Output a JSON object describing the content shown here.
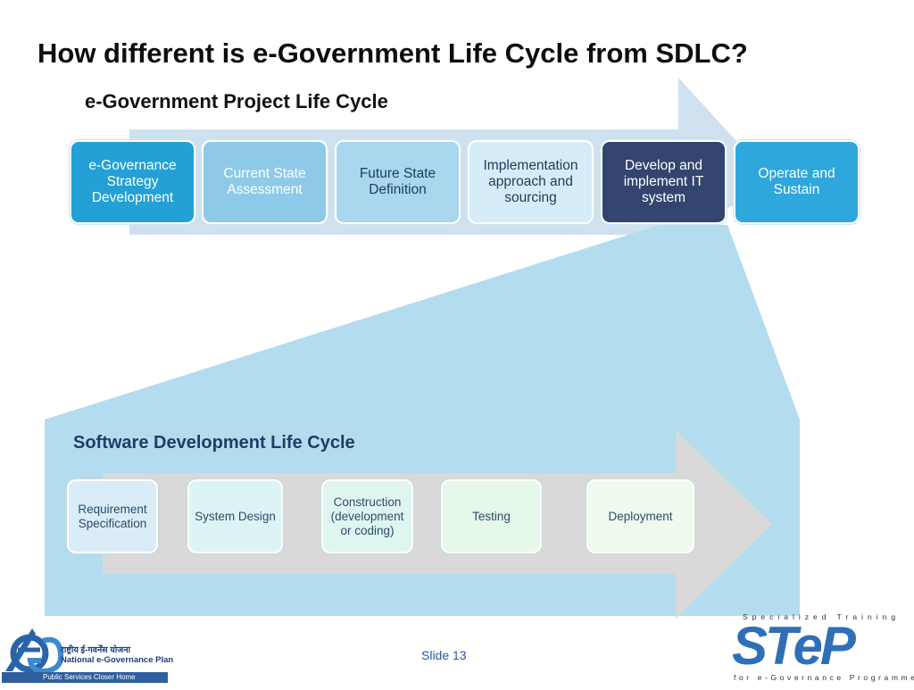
{
  "title": "How different is e-Government Life Cycle from SDLC?",
  "egov": {
    "title": "e-Government Project Life Cycle",
    "stages": [
      "e-Governance Strategy Development",
      "Current State Assessment",
      "Future State Definition",
      "Implementation approach and sourcing",
      "Develop and implement IT system",
      "Operate and Sustain"
    ]
  },
  "sdlc": {
    "title": "Software Development Life Cycle",
    "stages": [
      "Requirement Specification",
      "System Design",
      "Construction (development or coding)",
      "Testing",
      "Deployment"
    ]
  },
  "footer": {
    "slide": "Slide 13",
    "left_logo": {
      "hindi": "राष्ट्रीय ई-गवर्नेंस योजना",
      "name": "National e-Governance Plan",
      "tagline": "Public Services Closer Home"
    },
    "right_logo": {
      "top": "Specialized Training",
      "main": "STeP",
      "bottom": "for e-Governance Programme"
    }
  },
  "colors": {
    "arrow_light": "#cfe1ef",
    "callout": "#b3dcef",
    "sdlc_arrow": "#d9d9d9",
    "dark_navy": "#33456e",
    "mid_blue": "#1f9fd8"
  }
}
